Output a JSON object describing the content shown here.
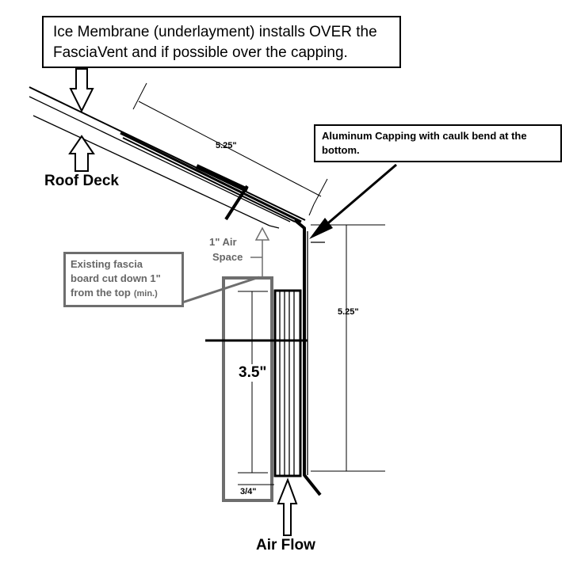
{
  "callouts": {
    "ice_membrane_line1": "Ice Membrane (underlayment) installs OVER the",
    "ice_membrane_line2": "FasciaVent and if possible over the capping.",
    "capping_line1": "Aluminum Capping with caulk bend at the",
    "capping_line2": "bottom.",
    "fascia_line1": "Existing fascia",
    "fascia_line2": "board cut down 1\"",
    "fascia_line3": "from the top",
    "fascia_min": "(min.)"
  },
  "labels": {
    "roof_deck": "Roof Deck",
    "air_space_line1": "1\" Air",
    "air_space_line2": "Space",
    "air_flow": "Air Flow"
  },
  "dimensions": {
    "slope_capping": "5.25\"",
    "vertical_capping": "5.25\"",
    "fascia_height": "3.5\"",
    "fascia_thickness": "3/4\""
  },
  "colors": {
    "ink": "#000000",
    "fascia_gray": "#6e6e6e",
    "label_gray": "#666666"
  }
}
